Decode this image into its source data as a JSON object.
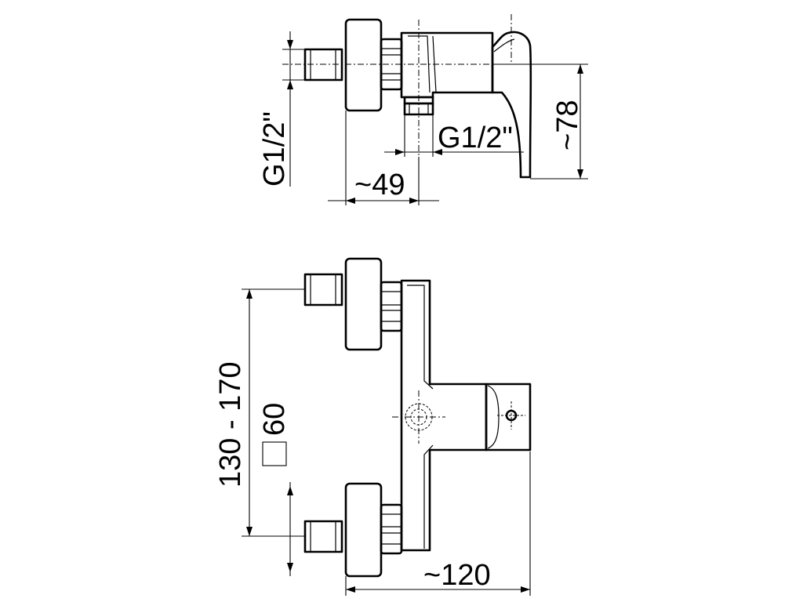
{
  "drawing": {
    "side_view": {
      "thread_inlet_label": "G1/2\"",
      "thread_outlet_label": "G1/2\"",
      "depth_label": "~49",
      "height_label": "~78"
    },
    "front_view": {
      "spacing_label": "130 - 170",
      "rosette_label": "60",
      "width_label": "~120"
    }
  }
}
